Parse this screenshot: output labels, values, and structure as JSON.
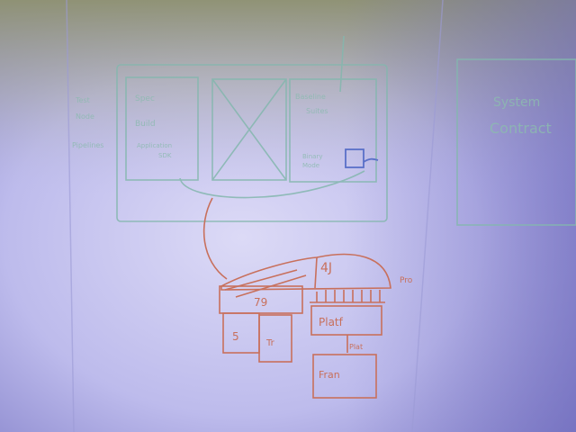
{
  "scene": {
    "colors": {
      "wall_top": "#9c9f7e",
      "wall_center": "#d8d6f4",
      "wall_edge": "#7f7cc8",
      "teal_ink": "#7fb3ad",
      "red_ink": "#c8705c",
      "blue_ink": "#5a70c8",
      "teal_text": "#8cbab0"
    },
    "teal_labels": {
      "side_col_a": "Test",
      "side_col_b": "Node",
      "side_col_c": "Pipelines",
      "box1_a": "Spec",
      "box1_b": "Build",
      "box1_c": "Application",
      "box1_d": "SDK",
      "box3_a": "Baseline",
      "box3_b": "Suites",
      "box3_c": "Binary",
      "box3_d": "Mode",
      "right_a": "System",
      "right_b": "Contract"
    },
    "red_labels": {
      "arch_num": "4J",
      "block_num": "79",
      "cell_a": "5",
      "cell_b": "Tr",
      "platform": "Platf",
      "tag": "Pro",
      "side": "Plat",
      "bottom": "Fran"
    }
  }
}
